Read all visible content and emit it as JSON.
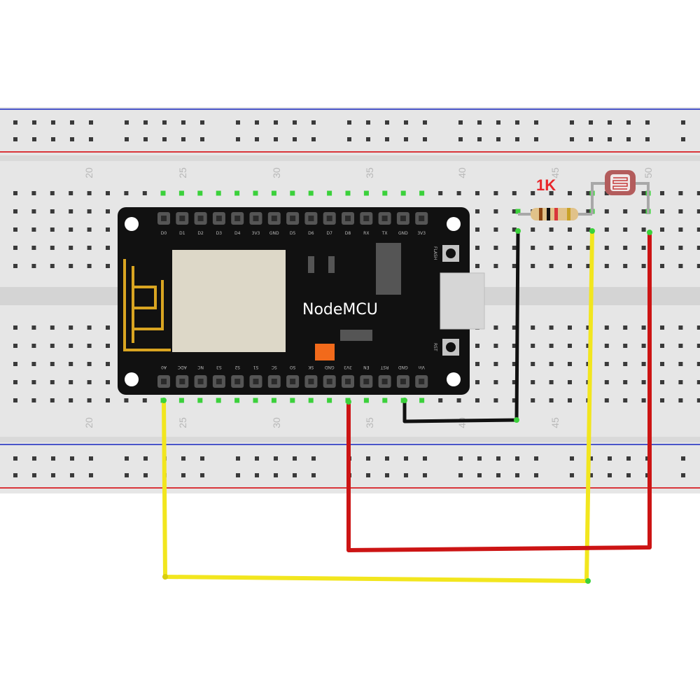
{
  "breadboard": {
    "column_numbers_top": [
      "20",
      "25",
      "30",
      "35",
      "40",
      "45",
      "50"
    ],
    "column_numbers_bottom": [
      "20",
      "25",
      "30",
      "35",
      "40",
      "45"
    ],
    "colors": {
      "body": "#e6e6e6",
      "rail_blue": "#4a55c9",
      "rail_red": "#d9363a",
      "hole": "#3a3a3a",
      "channel": "#d4d4d4",
      "connected_hole": "#3bd13b"
    }
  },
  "nodemcu": {
    "label": "NodeMCU",
    "top_pins": [
      "D0",
      "D1",
      "D2",
      "D3",
      "D4",
      "3V3",
      "GND",
      "D5",
      "D6",
      "D7",
      "D8",
      "RX",
      "TX",
      "GND",
      "3V3"
    ],
    "bottom_pins": [
      "A0",
      "ADC",
      "NC",
      "S3",
      "S2",
      "S1",
      "SC",
      "SO",
      "SK",
      "GND",
      "3V3",
      "EN",
      "RST",
      "GND",
      "Vin"
    ],
    "buttons": {
      "flash": "FLASH",
      "rst": "RST"
    },
    "colors": {
      "board": "#111111",
      "module": "#ddd8c8",
      "antenna": "#d9a521",
      "led": "#f26a1b"
    }
  },
  "resistor": {
    "label": "1K"
  },
  "ldr": {
    "name": "photoresistor"
  },
  "wires": [
    {
      "name": "yellow-wire",
      "color": "#f2e61e",
      "from": "A0",
      "to": "LDR/resistor junction"
    },
    {
      "name": "red-wire",
      "color": "#cc1414",
      "from": "3V3",
      "to": "LDR"
    },
    {
      "name": "black-wire",
      "color": "#111111",
      "from": "GND",
      "to": "resistor"
    }
  ]
}
